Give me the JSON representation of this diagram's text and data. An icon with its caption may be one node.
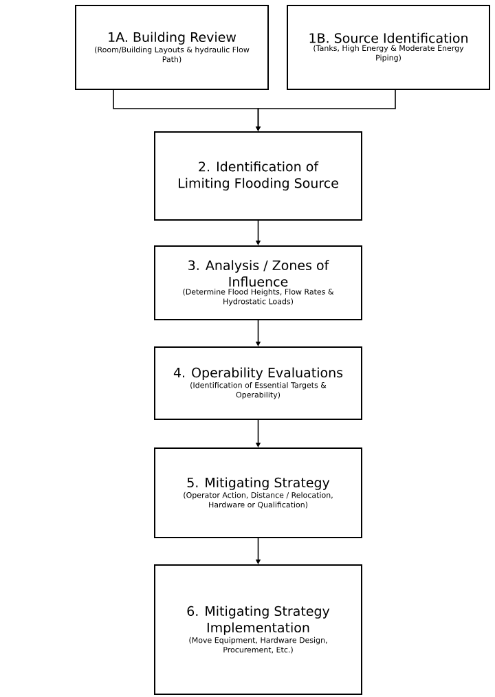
{
  "diagram": {
    "nodes": [
      {
        "text": [
          "1A. Building Review",
          "(Room/Building Layouts & hydraulic Flow Path)"
        ]
      },
      {
        "text": [
          "1B. Source Identification",
          "(Tanks, High Energy & Moderate Energy Piping)"
        ]
      },
      {
        "text": [
          "2. Identification of Limiting Flooding Source"
        ]
      },
      {
        "text": [
          "3. Analysis / Zones of Influence",
          "(Determine Flood Heights, Flow Rates & Hydrostatic Loads)"
        ]
      },
      {
        "text": [
          "4. Operability Evaluations",
          "(Identification of Essential Targets & Operability)"
        ]
      },
      {
        "text": [
          "5. Mitigating Strategy",
          "(Operator Action, Distance / Relocation, Hardware or Qualification)"
        ]
      },
      {
        "text": [
          "6. Mitigating Strategy Implementation",
          "(Move Equipment, Hardware Design, Procurement, Etc.)"
        ]
      }
    ],
    "edges": [
      {
        "from": 0,
        "to": 2,
        "arrow": "to"
      },
      {
        "from": 1,
        "to": 2,
        "arrow": "to"
      },
      {
        "from": 2,
        "to": 3,
        "arrow": "to"
      },
      {
        "from": 3,
        "to": 4,
        "arrow": "to"
      },
      {
        "from": 4,
        "to": 5,
        "arrow": "to"
      },
      {
        "from": 5,
        "to": 6,
        "arrow": "to"
      }
    ]
  }
}
